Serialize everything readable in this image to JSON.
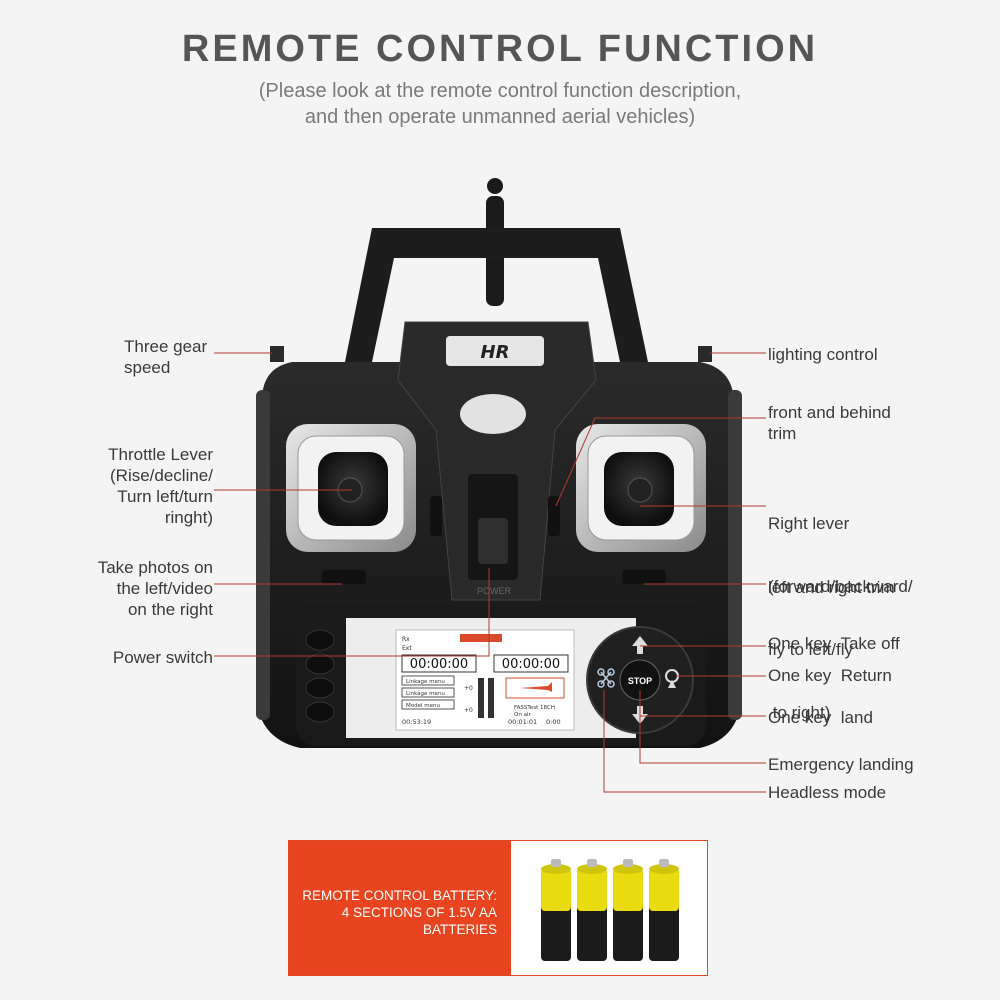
{
  "header": {
    "title": "REMOTE CONTROL FUNCTION",
    "subtitle_line1": "(Please look at the remote control function description,",
    "subtitle_line2": "and then operate unmanned aerial vehicles)"
  },
  "device": {
    "brand_logo": "HR",
    "screen": {
      "rx_label": "Rx",
      "ext_label": "Ext",
      "timer_left": "00:00:00",
      "timer_right": "00:00:00",
      "menu_1": "Linkage menu",
      "menu_2": "Linkage menu",
      "menu_3": "Model menu",
      "time_bottom_left": "00:53:19",
      "time_bottom_right": "00:01:01",
      "time_bottom_right_value": "0:00",
      "model_line": "FASSTest 18CH",
      "on_air": "On air",
      "trim_plus": "+0"
    },
    "stop_button": "STOP",
    "power_label": "POWER"
  },
  "labels_left": {
    "three_gear_1": "Three gear",
    "three_gear_2": "speed",
    "throttle_1": "Throttle Lever",
    "throttle_2": "(Rise/decline/",
    "throttle_3": "Turn left/turn",
    "throttle_4": "ringht)",
    "photos_1": "Take photos on",
    "photos_2": "the left/video",
    "photos_3": "on the right",
    "power_switch": "Power switch"
  },
  "labels_right": {
    "lighting": "lighting control",
    "front_trim_1": "front and behind",
    "front_trim_2": "trim",
    "right_lever_1": "Right lever",
    "right_lever_2": "(forward/backward/",
    "right_lever_3": "fly to left/fly",
    "right_lever_4": " to right)",
    "lr_trim": "left and right trim",
    "takeoff": "One key  Take off",
    "return": "One key  Return",
    "land": "One key  land",
    "emergency": "Emergency landing",
    "headless": "Headless mode"
  },
  "battery": {
    "line1": "REMOTE CONTROL BATTERY:",
    "line2": "4 SECTIONS OF 1.5V AA",
    "line3": "BATTERIES"
  },
  "colors": {
    "accent_red": "#e8441f",
    "leader_line": "#b03a2e",
    "controller_body": "#1e1e1e"
  }
}
